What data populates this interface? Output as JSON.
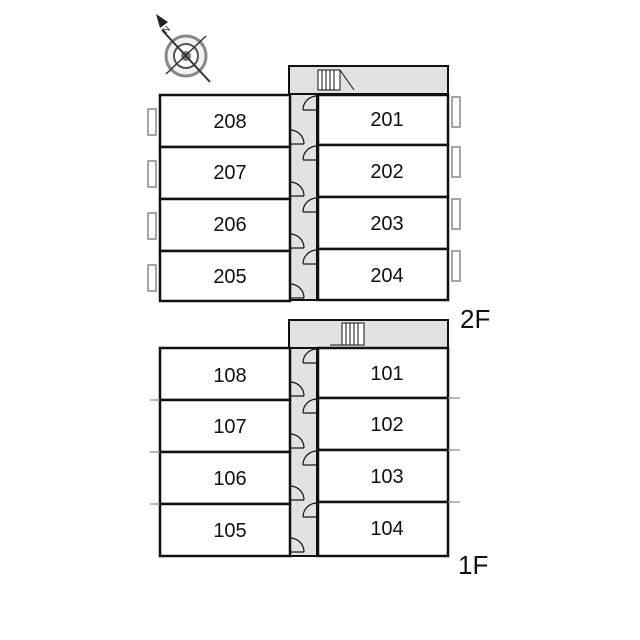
{
  "floors": [
    {
      "label": "2F",
      "rooms_left": [
        "208",
        "207",
        "206",
        "205"
      ],
      "rooms_right": [
        "201",
        "202",
        "203",
        "204"
      ]
    },
    {
      "label": "1F",
      "rooms_left": [
        "108",
        "107",
        "106",
        "105"
      ],
      "rooms_right": [
        "101",
        "102",
        "103",
        "104"
      ]
    }
  ],
  "compass": {
    "icon": "north-arrow-compass-icon",
    "direction": "north-west"
  },
  "colors": {
    "wall": "#111111",
    "corridor": "#e2e2e2",
    "balcony": "#888888"
  }
}
